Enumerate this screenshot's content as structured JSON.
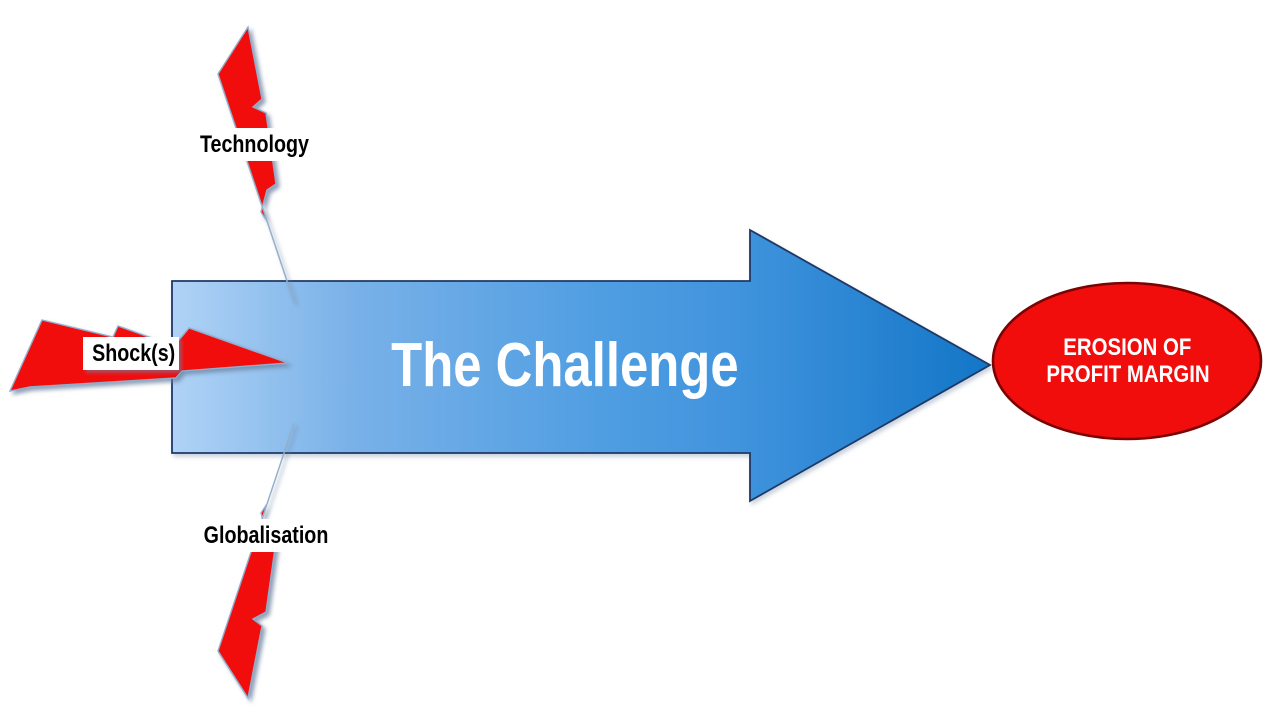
{
  "slide": {
    "background": "#ffffff"
  },
  "colors": {
    "arrow_stop_0": "#b0d3f6",
    "arrow_stop_1": "#79b1e8",
    "arrow_stop_2": "#509ee2",
    "arrow_stop_3": "#3e92dc",
    "arrow_stop_4": "#1376c7",
    "arrow_border": "#1f3864",
    "bolt_fill": "#f20d0d",
    "bolt_outline": "#93adcc",
    "ellipse_fill": "#f20d0d",
    "ellipse_border": "#7a0404",
    "arrow_label_text": "#ffffff",
    "bolt_label_text": "#000000",
    "ellipse_label_text": "#ffffff"
  },
  "diagram": {
    "arrow": {
      "label": "The Challenge"
    },
    "bolts": [
      {
        "label": "Technology",
        "position": "top"
      },
      {
        "label": "Shock(s)",
        "position": "left"
      },
      {
        "label": "Globalisation",
        "position": "bottom"
      }
    ],
    "outcome": {
      "line1": "EROSION OF",
      "line2": "PROFIT MARGIN"
    }
  }
}
